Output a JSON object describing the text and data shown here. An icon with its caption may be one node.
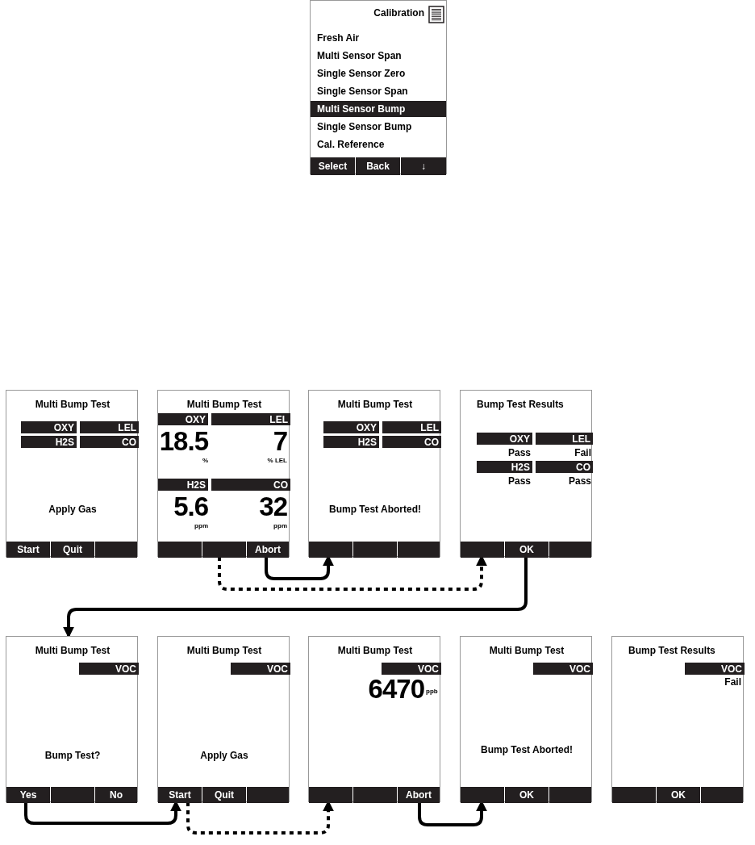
{
  "diagram": {
    "nodes": [
      {
        "text": [
          "Calibration",
          "Fresh Air",
          "Multi Sensor Span",
          "Single Sensor Zero",
          "Single Sensor Span",
          "Multi Sensor Bump",
          "Single Sensor Bump",
          "Cal. Reference",
          "Select",
          "Back",
          "↓"
        ]
      },
      {
        "text": [
          "Multi Bump Test",
          "OXY",
          "LEL",
          "H2S",
          "CO",
          "Apply Gas",
          "Start",
          "Quit"
        ]
      },
      {
        "text": [
          "Multi Bump Test",
          "OXY",
          "LEL",
          "18.5",
          "7",
          "%",
          "% LEL",
          "H2S",
          "CO",
          "5.6",
          "32",
          "ppm",
          "ppm",
          "Abort"
        ]
      },
      {
        "text": [
          "Multi Bump Test",
          "OXY",
          "LEL",
          "H2S",
          "CO",
          "Bump Test Aborted!"
        ]
      },
      {
        "text": [
          "Bump Test Results",
          "OXY",
          "LEL",
          "Pass",
          "Fail",
          "H2S",
          "CO",
          "Pass",
          "Pass",
          "OK"
        ]
      },
      {
        "text": [
          "Multi Bump Test",
          "VOC",
          "Bump Test?",
          "Yes",
          "No"
        ]
      },
      {
        "text": [
          "Multi Bump Test",
          "VOC",
          "Apply Gas",
          "Start",
          "Quit"
        ]
      },
      {
        "text": [
          "Multi Bump Test",
          "VOC",
          "6470",
          "ppb",
          "Abort"
        ]
      },
      {
        "text": [
          "Multi Bump Test",
          "VOC",
          "Bump Test Aborted!",
          "OK"
        ]
      },
      {
        "text": [
          "Bump Test Results",
          "VOC",
          "Fail",
          "OK"
        ]
      }
    ],
    "edges": [
      {
        "from": 2,
        "to": 3,
        "arrow": "to"
      },
      {
        "from": 2,
        "to": 4,
        "arrow": "to",
        "style": "dashed"
      },
      {
        "from": 4,
        "to": 5,
        "arrow": "to"
      },
      {
        "from": 5,
        "to": 6,
        "arrow": "to"
      },
      {
        "from": 6,
        "to": 7,
        "arrow": "to",
        "style": "dashed"
      },
      {
        "from": 7,
        "to": 8,
        "arrow": "to"
      }
    ]
  }
}
